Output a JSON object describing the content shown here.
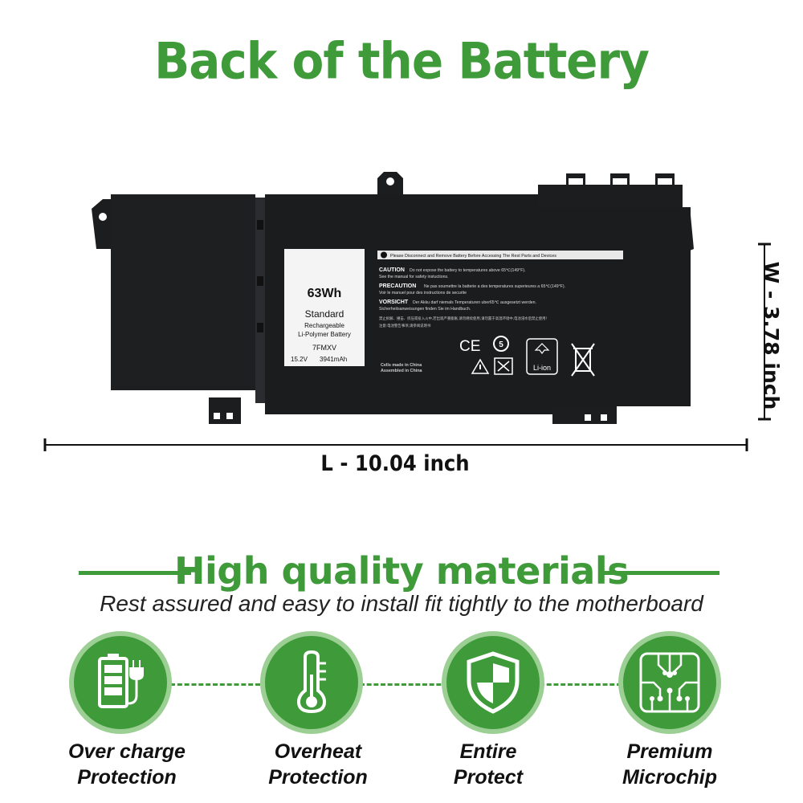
{
  "header": {
    "title": "Back of the Battery"
  },
  "battery": {
    "label": {
      "capacity": "63Wh",
      "type": "Standard",
      "line1": "Rechargeable",
      "line2": "Li-Polymer Battery",
      "model": "7FMXV",
      "voltage": "15.2V",
      "mah": "3941mAh"
    },
    "warning": {
      "header": "Please Disconnect and Remove Battery Before Accessing The Rest Parts and Devices",
      "caution_title": "CAUTION",
      "caution_text": "Do not expose the battery to temperatures above 65℃(149°F).",
      "caution_text2": "See the manual for safety instuctions.",
      "precaution_title": "PRECAUTION",
      "precaution_text": "Ne pas soumettre la batterie a des temperatures superieures a 65℃(149°F).",
      "precaution_text2": "Voir le manuel pour des instructions de securite",
      "vorsicht_title": "VORSICHT",
      "vorsicht_text": "Der Akku darf niemals Temperaturen uber65℃ ausgesetzt werden.",
      "vorsicht_text2": "Sicherheitsanweisungen finden Sie im Handbuch.",
      "chinese1": "禁止拆解、撞击、挤压或投入火中,若出现严重膨胀,请勿继续使用,请勿置于高温环境中,电池浸水后禁止使用!",
      "chinese2": "注意:电池警告事项,请参阅说明书",
      "made_in": "Cells made in China",
      "assembled_in": "Assembled in China",
      "li_ion": "Li-ion",
      "ce": "CE",
      "recycle_num": "5"
    }
  },
  "dimensions": {
    "length": "L - 10.04 inch",
    "width": "W - 3.78 inch"
  },
  "section": {
    "title": "High quality materials",
    "subtitle": "Rest assured and easy to install fit tightly to the motherboard"
  },
  "features": [
    {
      "line1": "Over charge",
      "line2": "Protection",
      "icon": "battery-charge-icon"
    },
    {
      "line1": "Overheat",
      "line2": "Protection",
      "icon": "thermometer-icon"
    },
    {
      "line1": "Entire",
      "line2": "Protect",
      "icon": "shield-icon"
    },
    {
      "line1": "Premium",
      "line2": "Microchip",
      "icon": "microchip-icon"
    }
  ],
  "colors": {
    "accent_green": "#3f9a3a",
    "ring_green": "#9ccf93",
    "battery_body": "#1c1d1f"
  }
}
